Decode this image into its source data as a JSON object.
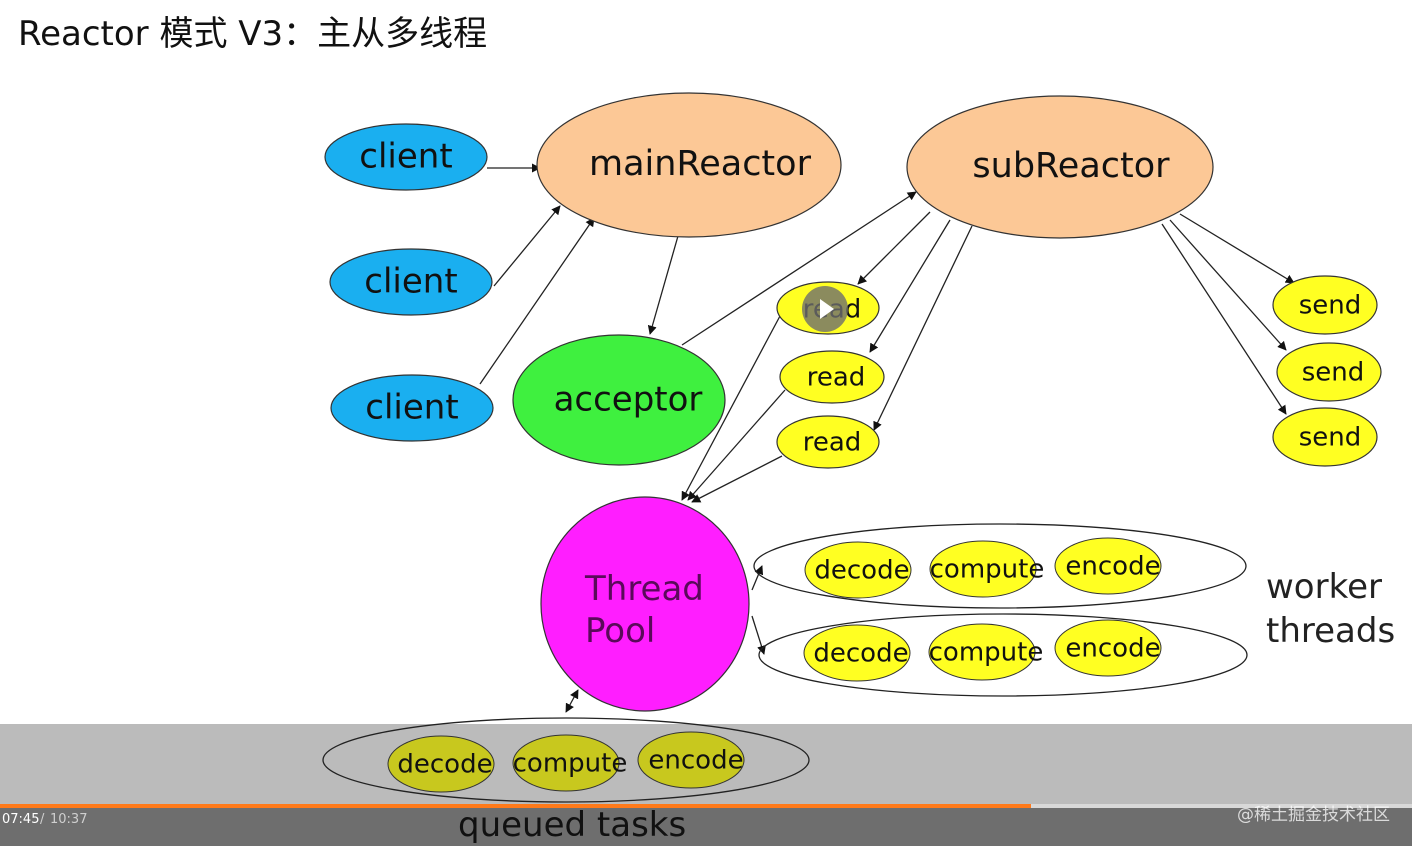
{
  "title": "Reactor 模式 V3：主从多线程",
  "nodes": {
    "client_1": "client",
    "client_2": "client",
    "client_3": "client",
    "main_reactor": "mainReactor",
    "sub_reactor": "subReactor",
    "acceptor": "acceptor",
    "read_1": "read",
    "read_2": "read",
    "read_3": "read",
    "send_1": "send",
    "send_2": "send",
    "send_3": "send",
    "thread_pool_line1": "Thread",
    "thread_pool_line2": "Pool",
    "worker_row1_task1": "decode",
    "worker_row1_task2": "compute",
    "worker_row1_task3": "encode",
    "worker_row2_task1": "decode",
    "worker_row2_task2": "compute",
    "worker_row2_task3": "encode",
    "queued_task1": "decode",
    "queued_task2": "compute",
    "queued_task3": "encode"
  },
  "labels": {
    "worker_line1": "worker",
    "worker_line2": "threads",
    "queued_tasks": "queued tasks"
  },
  "player": {
    "current_time": "07:45",
    "separator": "/",
    "total_time": "10:37",
    "progress": 0.73,
    "watermark": "@稀土掘金技术社区"
  },
  "colors": {
    "client": "#1aaff0",
    "reactor": "#fcc896",
    "acceptor": "#3ff03f",
    "task": "#ffff22",
    "thread_pool": "#ff1eff",
    "progress": "#ff7a1a"
  }
}
